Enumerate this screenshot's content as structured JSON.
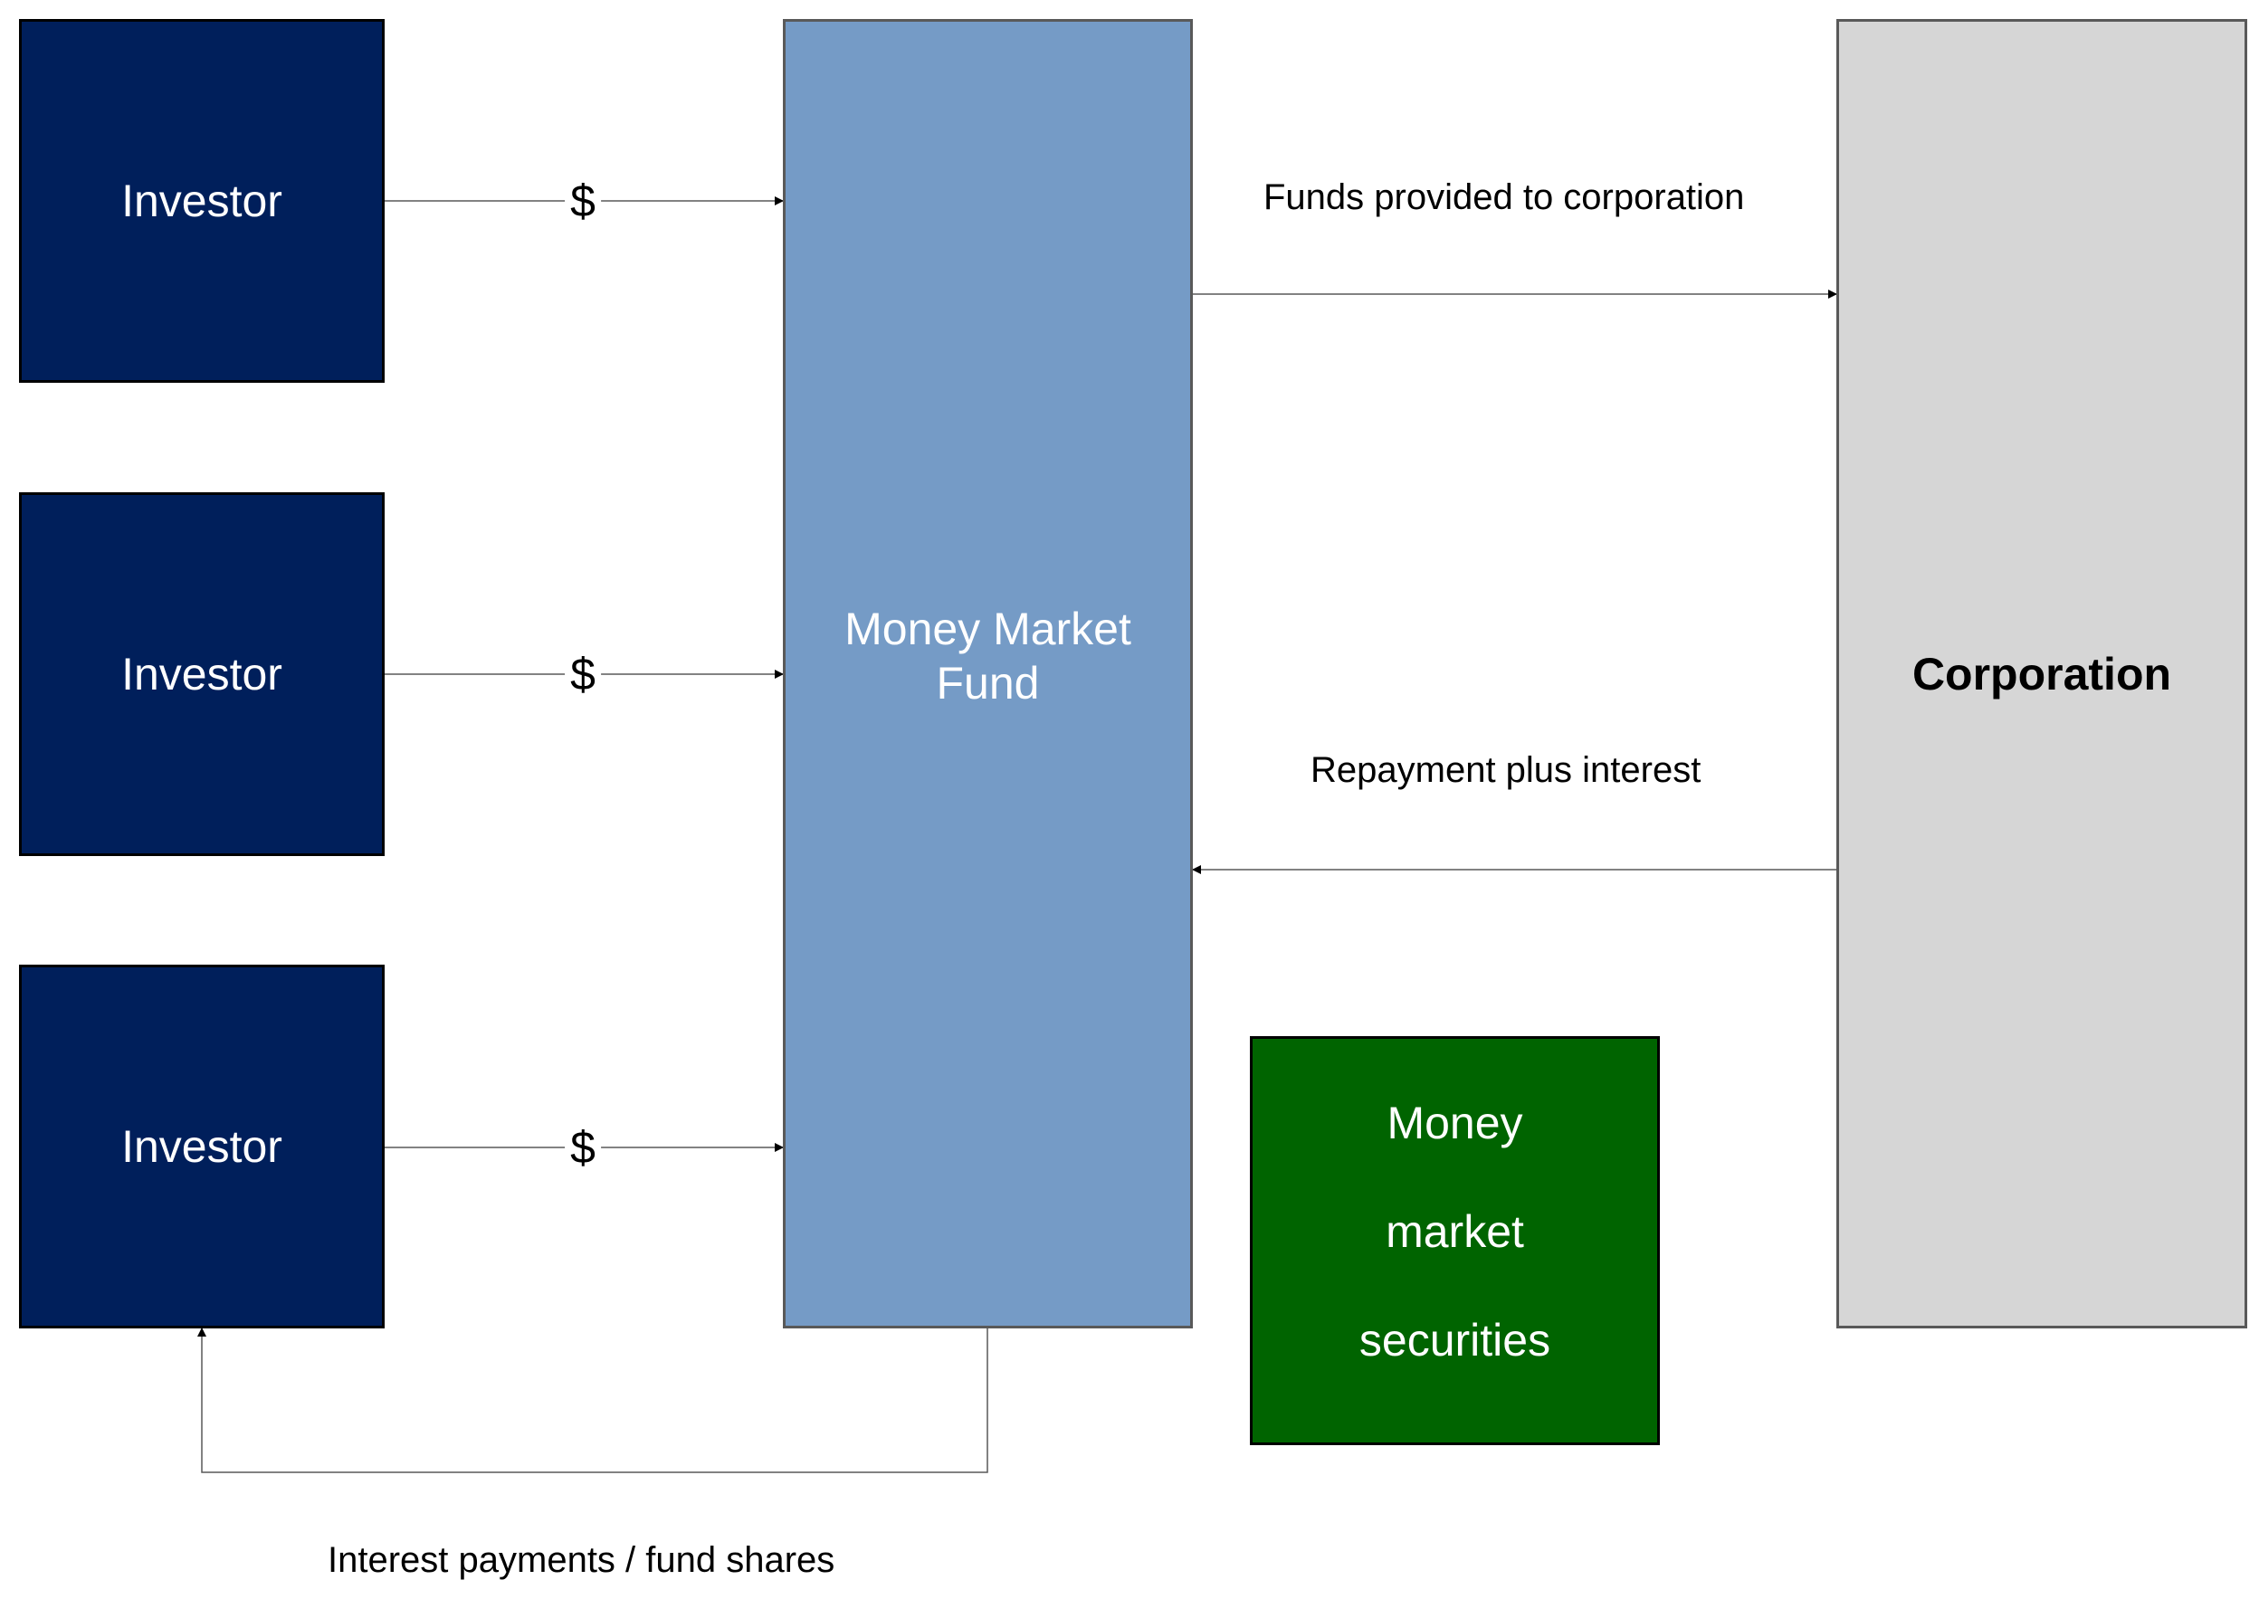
{
  "investors": [
    {
      "label": "Investor"
    },
    {
      "label": "Investor"
    },
    {
      "label": "Investor"
    }
  ],
  "fund": {
    "label": "Money Market\nFund"
  },
  "corporation": {
    "label": "Corporation"
  },
  "securities": {
    "lines": [
      "Money",
      "market",
      "securities"
    ]
  },
  "flows": {
    "investor_to_fund": "$",
    "funds_to_corporation": "Funds provided to corporation",
    "repayment": "Repayment plus interest",
    "interest_to_investor": "Interest payments / fund shares"
  },
  "colors": {
    "investor_fill": "#001f5b",
    "fund_fill": "#759bc6",
    "corporation_fill": "#d6d6d6",
    "securities_fill": "#006400",
    "connector": "#595959"
  }
}
